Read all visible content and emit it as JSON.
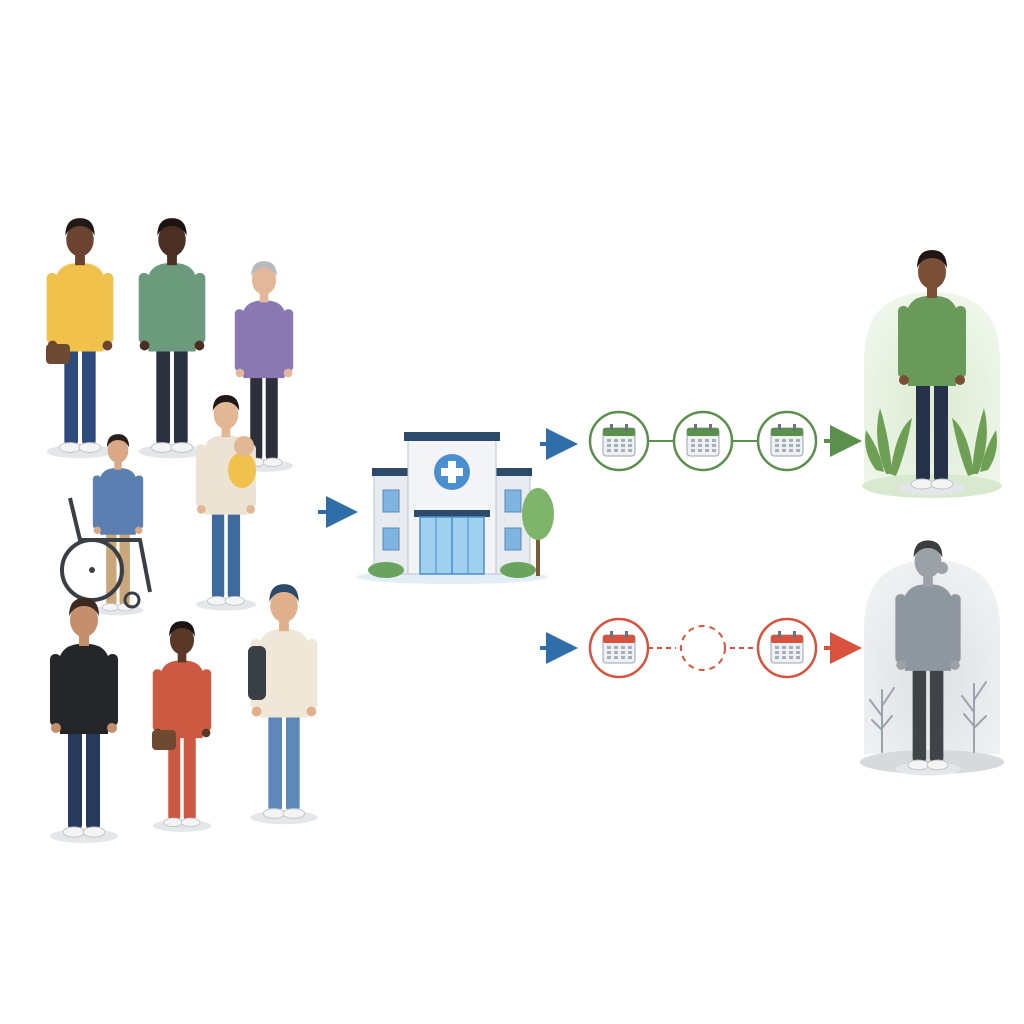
{
  "colors": {
    "background": "#ffffff",
    "flow_arrow": "#2f6ea8",
    "success": "#5a8f4c",
    "missed": "#d8523e",
    "clinic_blue": "#4a8fd0",
    "clinic_roof": "#2e4a6b",
    "struggling_gray": "#8a939c"
  },
  "people": [
    {
      "id": "woman-yellow-sweater",
      "top": "#f0c14b",
      "bottom": "#2e4a7a",
      "skin": "#6b4330",
      "hair": "#1f1a17"
    },
    {
      "id": "man-green-hoodie",
      "top": "#6b9a7d",
      "bottom": "#2c3340",
      "skin": "#4a2f22",
      "hair": "#1c1410"
    },
    {
      "id": "elderly-woman-purple-cardigan",
      "top": "#8a78b3",
      "bottom": "#2d3038",
      "skin": "#e3b89a",
      "hair": "#b9b9b9"
    },
    {
      "id": "man-wheelchair-blue-hoodie",
      "top": "#5a7fb0",
      "bottom": "#c9a77a",
      "skin": "#d9a886",
      "hair": "#2a2018"
    },
    {
      "id": "mother-holding-baby",
      "top": "#ece3d4",
      "bottom": "#3e6a9e",
      "skin": "#e2b795",
      "hair": "#1e1916"
    },
    {
      "id": "bald-man-black-tshirt",
      "top": "#24262a",
      "bottom": "#283a5c",
      "skin": "#c58f6c",
      "hair": "#3b2a1f"
    },
    {
      "id": "woman-red-dress",
      "top": "#cc5a43",
      "bottom": "#cc5a43",
      "skin": "#5a3727",
      "hair": "#1a1512"
    },
    {
      "id": "young-man-backpack-cap",
      "top": "#efe7d8",
      "bottom": "#5d88b8",
      "skin": "#e0b08c",
      "hair": "#2d4a6b"
    }
  ],
  "paths": {
    "completed": {
      "appointments": [
        "attended",
        "attended",
        "attended"
      ]
    },
    "disrupted": {
      "appointments": [
        "attended",
        "missed",
        "attended"
      ]
    }
  },
  "outcomes": {
    "thriving": {
      "top": "#6a9a5a",
      "bottom": "#25324a",
      "skin": "#7a4f36",
      "hair": "#1e1714"
    },
    "struggling": {
      "top": "#8e979f",
      "bottom": "#3f4449",
      "skin": "#9ba1a6",
      "hair": "#3a3d40"
    }
  }
}
